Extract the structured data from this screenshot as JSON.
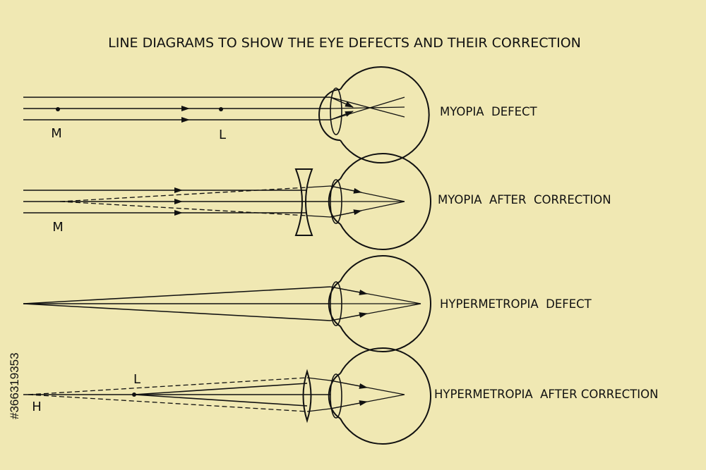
{
  "title": "LINE DIAGRAMS TO SHOW THE EYE DEFECTS AND THEIR CORRECTION",
  "panels": [
    {
      "label": "MYOPIA  DEFECT",
      "points": [
        "M",
        "L"
      ]
    },
    {
      "label": "MYOPIA  AFTER  CORRECTION",
      "points": [
        "M"
      ]
    },
    {
      "label": "HYPERMETROPIA  DEFECT",
      "points": []
    },
    {
      "label": "HYPERMETROPIA  AFTER CORRECTION",
      "points": [
        "L",
        "H"
      ]
    }
  ],
  "stock_id": "#366319353",
  "colors": {
    "background": "#f0e8b3",
    "ink": "#111111"
  }
}
